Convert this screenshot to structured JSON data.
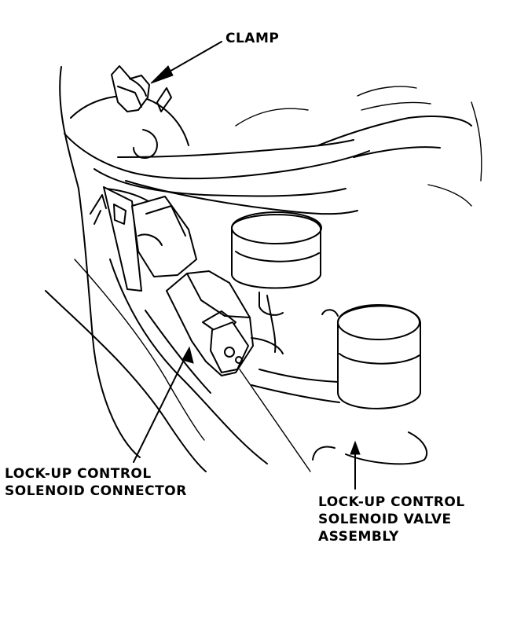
{
  "callouts": {
    "clamp": "CLAMP",
    "connector": [
      "LOCK-UP CONTROL",
      "SOLENOID CONNECTOR"
    ],
    "valve": [
      "LOCK-UP CONTROL",
      "SOLENOID VALVE",
      "ASSEMBLY"
    ]
  }
}
